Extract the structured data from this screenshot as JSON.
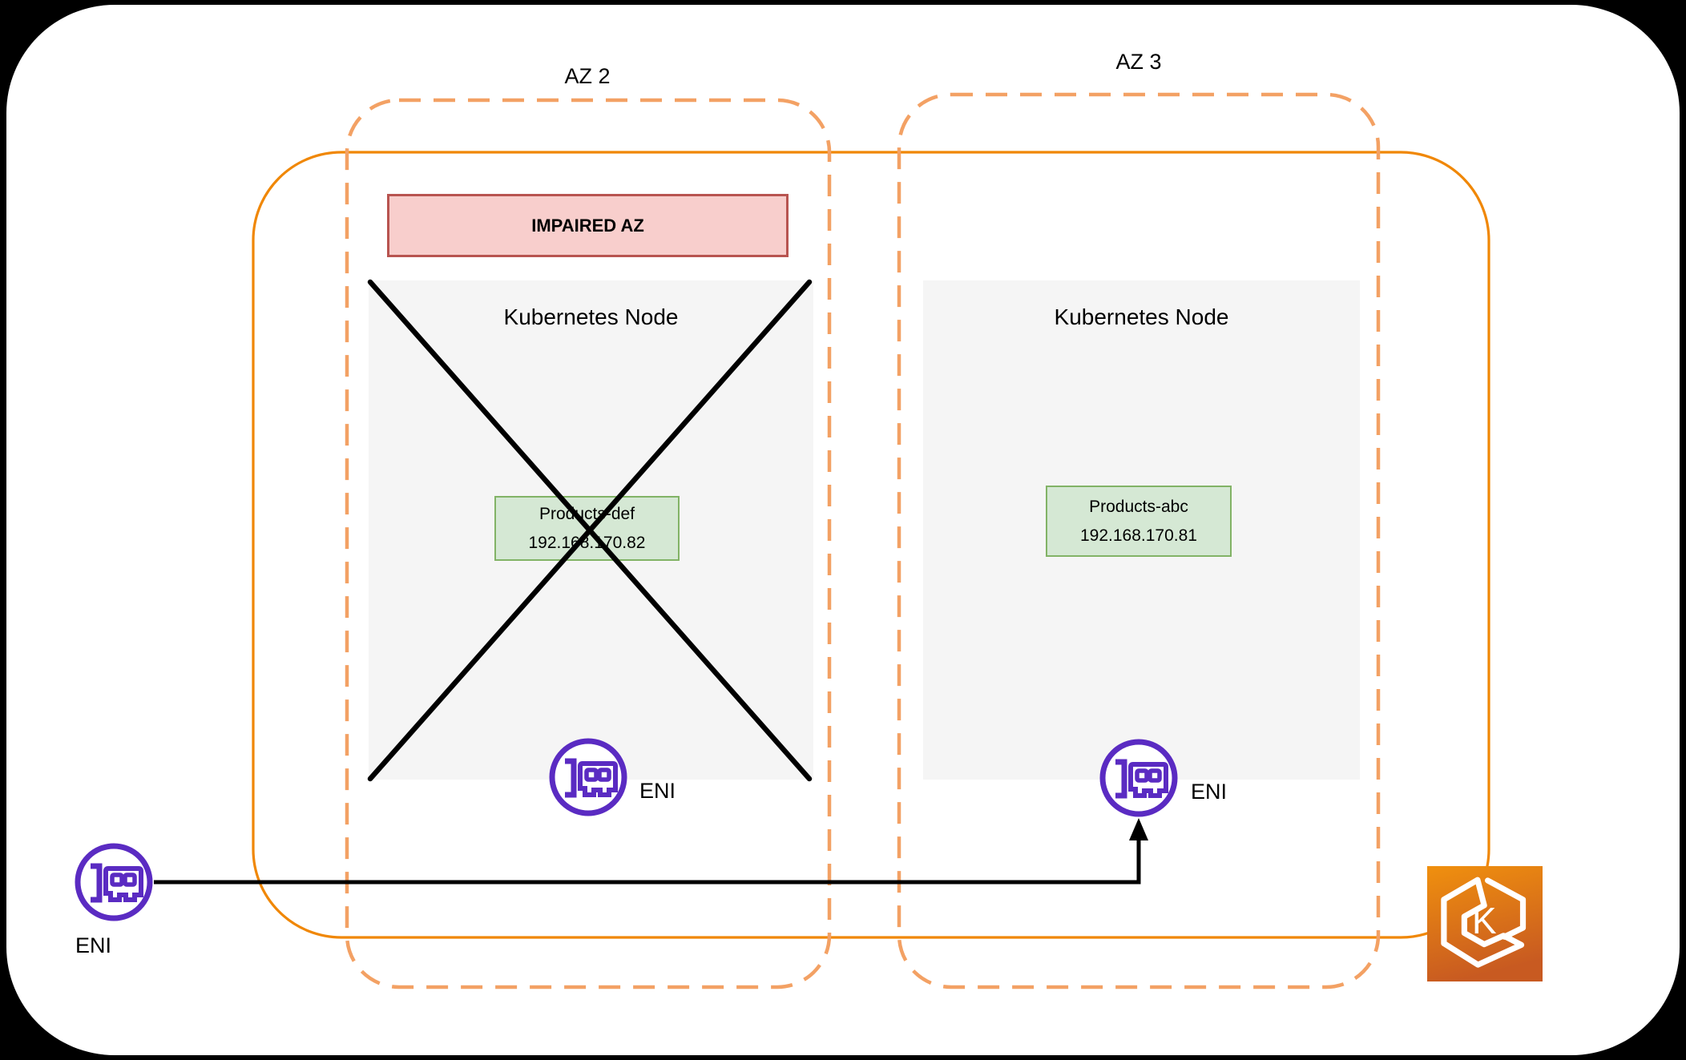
{
  "az2": {
    "label": "AZ 2"
  },
  "az3": {
    "label": "AZ 3"
  },
  "banner": {
    "text": "IMPAIRED AZ"
  },
  "node_left": {
    "title": "Kubernetes Node",
    "pod_name": "Products-def",
    "pod_ip": "192.168.170.82",
    "eni_label": "ENI",
    "status": "crossed-out"
  },
  "node_right": {
    "title": "Kubernetes Node",
    "pod_name": "Products-abc",
    "pod_ip": "192.168.170.81",
    "eni_label": "ENI"
  },
  "external_eni": {
    "label": "ENI"
  },
  "eks": {
    "letter": "K"
  },
  "colors": {
    "cluster_boundary_orange": "#F08705",
    "az_dashed_orange": "#F3A164",
    "impaired_fill": "#F8CECC",
    "impaired_border": "#B85450",
    "pod_fill": "#D5E8D4",
    "pod_border": "#82B366",
    "node_fill": "#F5F5F5",
    "eni_purple": "#5A2BC2",
    "eks_gradient_top": "#F0900E",
    "eks_gradient_bottom": "#C85A21",
    "cross_black": "#000000"
  }
}
